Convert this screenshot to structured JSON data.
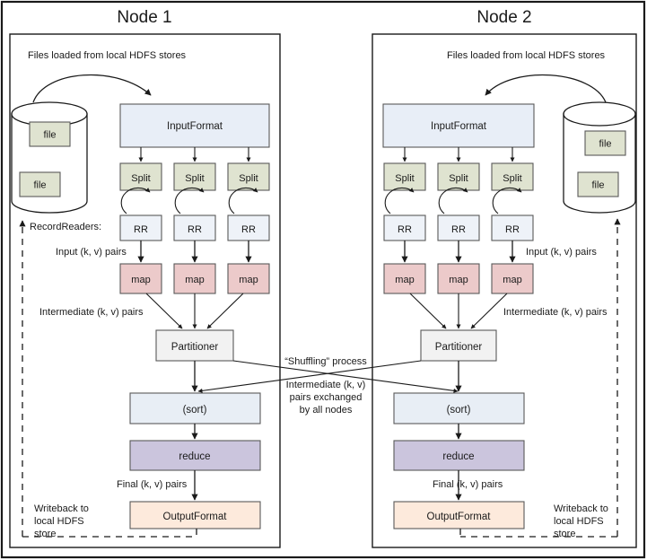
{
  "diagram": {
    "title_node1": "Node 1",
    "title_node2": "Node 2",
    "files_loaded_label": "Files loaded from local HDFS stores",
    "recordreaders_label": "RecordReaders:",
    "input_pairs_label": "Input (k, v) pairs",
    "intermediate_pairs_label": "Intermediate (k, v) pairs",
    "final_pairs_label": "Final (k, v) pairs",
    "writeback_line1": "Writeback to",
    "writeback_line2": "local HDFS",
    "writeback_line3": "store",
    "shuffling_label": "“Shuffling” process",
    "exchange_line1": "Intermediate (k, v)",
    "exchange_line2": "pairs exchanged",
    "exchange_line3": "by all nodes",
    "file_label": "file",
    "input_format_label": "InputFormat",
    "split_label": "Split",
    "rr_label": "RR",
    "map_label": "map",
    "partitioner_label": "Partitioner",
    "sort_label": "(sort)",
    "reduce_label": "reduce",
    "output_format_label": "OutputFormat"
  },
  "colors": {
    "input_format": "#e8eef7",
    "split": "#dfe3d0",
    "rr": "#eef2f8",
    "map": "#eccaca",
    "partitioner": "#f2f2f2",
    "sort": "#e8eef5",
    "reduce": "#cbc5dd",
    "output_format": "#fdeadc",
    "file": "#dfe3d0",
    "border": "#595959",
    "line": "#1a1a1a",
    "background": "#ffffff"
  }
}
